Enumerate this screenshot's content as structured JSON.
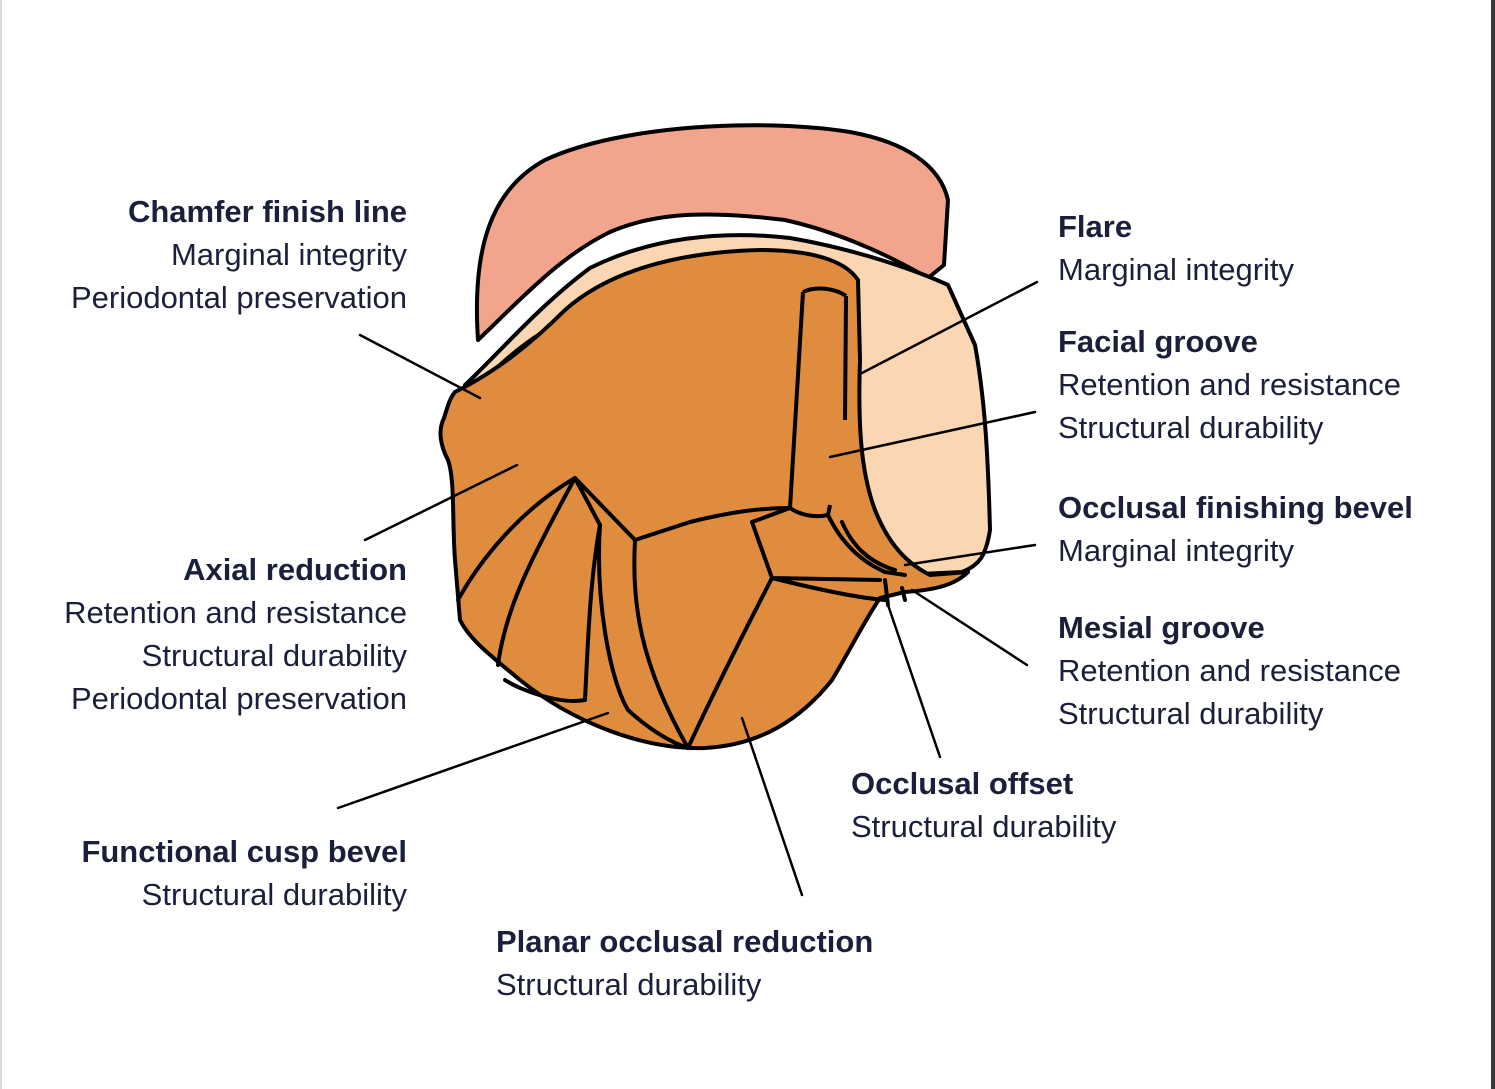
{
  "colors": {
    "gingiva": "#f2a58c",
    "tooth_light": "#fad6b2",
    "tooth_prep": "#e08c3e",
    "outline": "#000000",
    "text": "#1c1f3a"
  },
  "labels": {
    "chamfer": {
      "title": "Chamfer finish line",
      "lines": [
        "Marginal integrity",
        "Periodontal preservation"
      ]
    },
    "axial": {
      "title": "Axial reduction",
      "lines": [
        "Retention and resistance",
        "Structural durability",
        "Periodontal preservation"
      ]
    },
    "functional": {
      "title": "Functional cusp bevel",
      "lines": [
        "Structural durability"
      ]
    },
    "planar": {
      "title": "Planar occlusal reduction",
      "lines": [
        "Structural durability"
      ]
    },
    "flare": {
      "title": "Flare",
      "lines": [
        "Marginal integrity"
      ]
    },
    "facial": {
      "title": "Facial groove",
      "lines": [
        "Retention and resistance",
        "Structural durability"
      ]
    },
    "finishing": {
      "title": "Occlusal finishing bevel",
      "lines": [
        "Marginal integrity"
      ]
    },
    "mesial": {
      "title": "Mesial groove",
      "lines": [
        "Retention and resistance",
        "Structural durability"
      ]
    },
    "offset": {
      "title": "Occlusal offset",
      "lines": [
        "Structural durability"
      ]
    }
  }
}
